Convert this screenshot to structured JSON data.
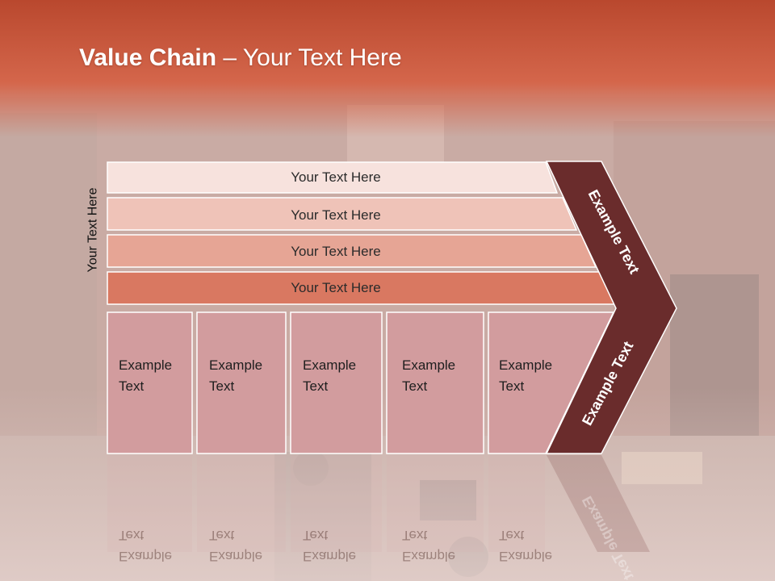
{
  "slide": {
    "title_bold": "Value Chain",
    "title_rest": " – Your Text Here",
    "side_label": "Your Text Here"
  },
  "bars": [
    {
      "label": "Your Text Here",
      "color": "#f7e2dd"
    },
    {
      "label": "Your Text Here",
      "color": "#efc3b8"
    },
    {
      "label": "Your Text Here",
      "color": "#e6a595"
    },
    {
      "label": "Your Text Here",
      "color": "#d97861"
    }
  ],
  "cells": [
    {
      "line1": "Example",
      "line2": "Text"
    },
    {
      "line1": "Example",
      "line2": "Text"
    },
    {
      "line1": "Example",
      "line2": "Text"
    },
    {
      "line1": "Example",
      "line2": "Text"
    },
    {
      "line1": "Example",
      "line2": "Text"
    }
  ],
  "chevron": {
    "upper_label": "Example Text",
    "lower_label": "Example Text",
    "color": "#6a2c2c"
  },
  "colors": {
    "header": "#d45f40",
    "cell_fill": "#d29c9e",
    "cell_border": "#ffffff"
  }
}
